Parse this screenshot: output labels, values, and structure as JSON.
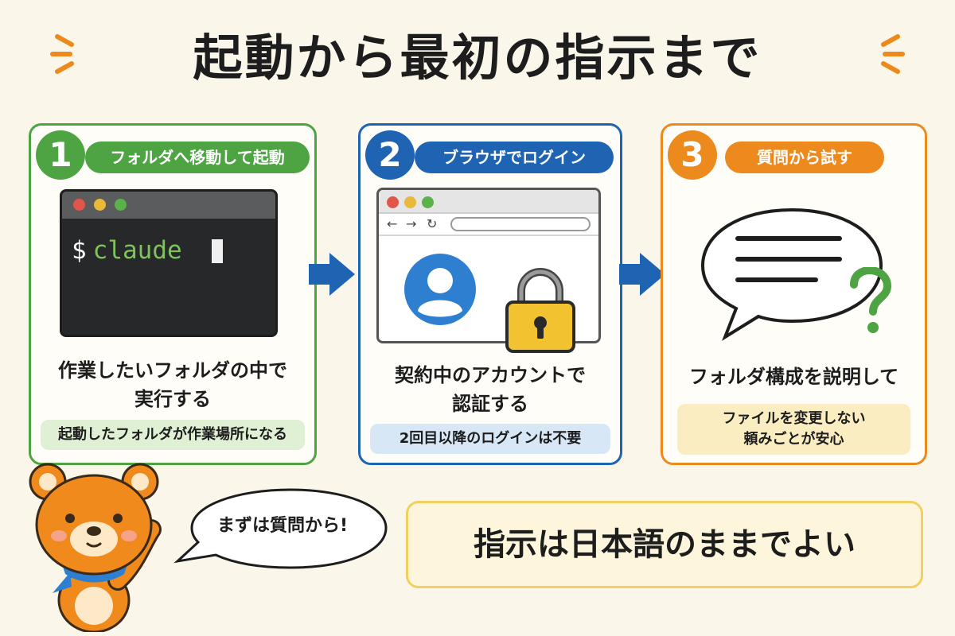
{
  "title": "起動から最初の指示まで",
  "steps": [
    {
      "number": "1",
      "heading": "フォルダへ移動して起動",
      "terminal": {
        "prompt": "$",
        "command": "claude"
      },
      "description_lines": [
        "作業したいフォルダの中で",
        "実行する"
      ],
      "note": "起動したフォルダが作業場所になる"
    },
    {
      "number": "2",
      "heading": "ブラウザでログイン",
      "description_lines": [
        "契約中のアカウントで",
        "認証する"
      ],
      "note": "2回目以降のログインは不要"
    },
    {
      "number": "3",
      "heading": "質問から試す",
      "description_lines": [
        "フォルダ構成を説明して"
      ],
      "note_lines": [
        "ファイルを変更しない",
        "頼みごとが安心"
      ]
    }
  ],
  "mascot_speech": "まずは質問から!",
  "tip": "指示は日本語のままでよい",
  "colors": {
    "step1": "#4ea443",
    "step2": "#1f63b3",
    "step3": "#ec8a1e",
    "background": "#fbf6ea"
  },
  "icons": [
    "terminal-window",
    "browser-window",
    "user-avatar-icon",
    "padlock-icon",
    "speech-bubble-icon",
    "question-mark-icon",
    "arrow-right-icon",
    "bear-mascot"
  ]
}
